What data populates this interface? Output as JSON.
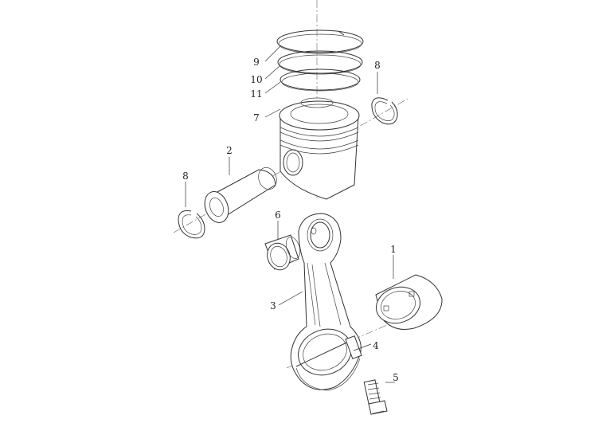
{
  "diagram": {
    "callouts": [
      {
        "id": "ring-top",
        "label": "9"
      },
      {
        "id": "ring-middle",
        "label": "10"
      },
      {
        "id": "ring-oil",
        "label": "11"
      },
      {
        "id": "piston",
        "label": "7"
      },
      {
        "id": "circlip-right",
        "label": "8"
      },
      {
        "id": "piston-pin",
        "label": "2"
      },
      {
        "id": "circlip-left",
        "label": "8"
      },
      {
        "id": "small-end-bushing",
        "label": "6"
      },
      {
        "id": "big-end-bearing",
        "label": "1"
      },
      {
        "id": "connecting-rod",
        "label": "3"
      },
      {
        "id": "rod-cap",
        "label": "4"
      },
      {
        "id": "rod-bolt",
        "label": "5"
      }
    ]
  }
}
